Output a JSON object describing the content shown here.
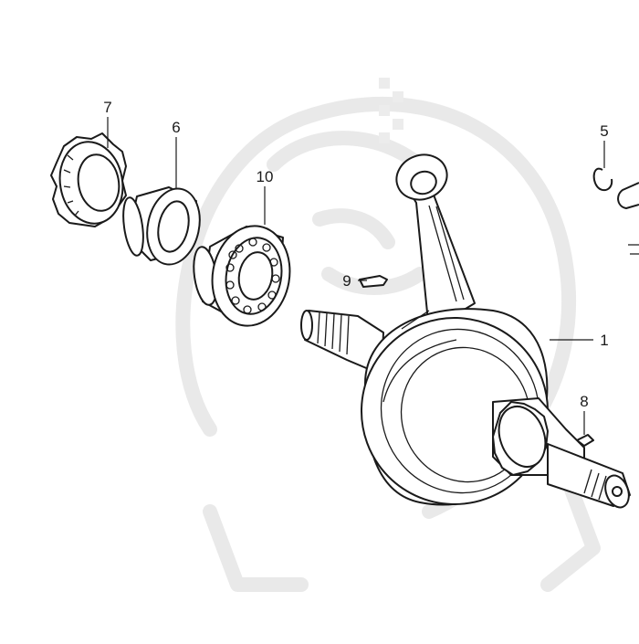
{
  "diagram": {
    "callouts": [
      {
        "id": "part-7",
        "label": "7"
      },
      {
        "id": "part-6",
        "label": "6"
      },
      {
        "id": "part-10",
        "label": "10"
      },
      {
        "id": "part-5",
        "label": "5"
      },
      {
        "id": "part-9",
        "label": "9"
      },
      {
        "id": "part-1",
        "label": "1"
      },
      {
        "id": "part-8",
        "label": "8"
      }
    ]
  }
}
